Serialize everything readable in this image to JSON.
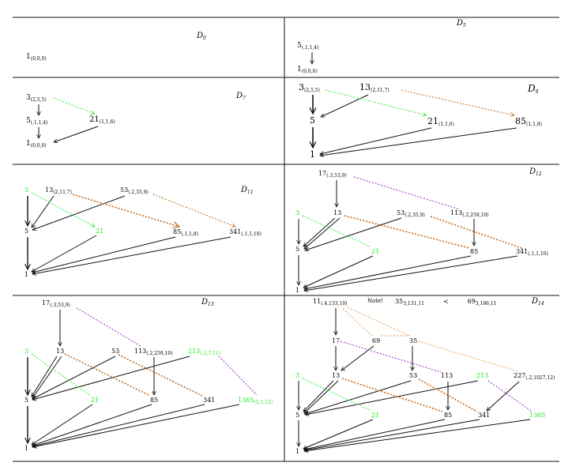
{
  "colors": {
    "black": "#111111",
    "green": "#22ee22",
    "orange": "#c06a20",
    "purple": "#9a22c8"
  },
  "panels": {
    "d0": {
      "label": "D",
      "label_sub": "0"
    },
    "d5": {
      "label": "D",
      "label_sub": "5"
    },
    "d7": {
      "label": "D",
      "label_sub": "7"
    },
    "d9": {
      "label": "D",
      "label_sub": "9"
    },
    "d11": {
      "label": "D",
      "label_sub": "11"
    },
    "d12": {
      "label": "D",
      "label_sub": "12"
    },
    "d13": {
      "label": "D",
      "label_sub": "13"
    },
    "d14": {
      "label": "D",
      "label_sub": "14"
    }
  },
  "nodes": {
    "d0_1": {
      "main": "1",
      "sub": "(0,0,0)"
    },
    "d5_5": {
      "main": "5",
      "sub": "(.1,1,4)"
    },
    "d5_1": {
      "main": "1",
      "sub": "(0,0,0)"
    },
    "d7_3": {
      "main": "3",
      "sub": "(2,5,5)"
    },
    "d7_5": {
      "main": "5",
      "sub": "(.1,1,4)"
    },
    "d7_21": {
      "main": "21",
      "sub": "(1,1,6)"
    },
    "d7_1": {
      "main": "1",
      "sub": "(0,0,0)"
    },
    "d9_3": {
      "main": "3",
      "sub": "(2,5,5)"
    },
    "d9_13": {
      "main": "13",
      "sub": "(2,11,7)"
    },
    "d9_5": {
      "main": "5",
      "sub": ""
    },
    "d9_21": {
      "main": "21",
      "sub": "(1,1,6)"
    },
    "d9_85": {
      "main": "85",
      "sub": "(1,1,8)"
    },
    "d9_1": {
      "main": "1",
      "sub": ""
    },
    "d11_3": {
      "main": "3",
      "sub": ""
    },
    "d11_13": {
      "main": "13",
      "sub": "(2,11,7)"
    },
    "d11_53": {
      "main": "53",
      "sub": "(.2,35,9)"
    },
    "d11_5": {
      "main": "5",
      "sub": ""
    },
    "d11_21": {
      "main": "21",
      "sub": ""
    },
    "d11_85": {
      "main": "85",
      "sub": "(.1,1,8)"
    },
    "d11_341": {
      "main": "341",
      "sub": "(.1,1,10)"
    },
    "d11_1": {
      "main": "1",
      "sub": ""
    },
    "d12_17": {
      "main": "17",
      "sub": "(.3,53,9)"
    },
    "d12_13": {
      "main": "13",
      "sub": ""
    },
    "d12_53": {
      "main": "53",
      "sub": "(.2,35,9)"
    },
    "d12_113": {
      "main": "113",
      "sub": "(.2,259,10)"
    },
    "d12_3": {
      "main": "3",
      "sub": ""
    },
    "d12_5": {
      "main": "5",
      "sub": ""
    },
    "d12_21": {
      "main": "21",
      "sub": ""
    },
    "d12_85": {
      "main": "85",
      "sub": ""
    },
    "d12_341": {
      "main": "341",
      "sub": "(.1,1,10)"
    },
    "d12_1": {
      "main": "1",
      "sub": ""
    },
    "d13_17": {
      "main": "17",
      "sub": "(.3,53,9)"
    },
    "d13_3": {
      "main": "3",
      "sub": ""
    },
    "d13_13": {
      "main": "13",
      "sub": ""
    },
    "d13_53": {
      "main": "53",
      "sub": ""
    },
    "d13_113": {
      "main": "113",
      "sub": "(.2,259,10)"
    },
    "d13_213": {
      "main": "213",
      "sub": "(.2,7,11)"
    },
    "d13_5": {
      "main": "5",
      "sub": ""
    },
    "d13_21": {
      "main": "21",
      "sub": ""
    },
    "d13_85": {
      "main": "85",
      "sub": ""
    },
    "d13_341": {
      "main": "341",
      "sub": ""
    },
    "d13_1365": {
      "main": "1365",
      "sub": "(1,1,12)"
    },
    "d13_1": {
      "main": "1",
      "sub": ""
    },
    "d14_11": {
      "main": "11",
      "sub": "(.4,133,10)"
    },
    "d14_17": {
      "main": "17",
      "sub": ""
    },
    "d14_69": {
      "main": "69",
      "sub": ""
    },
    "d14_35": {
      "main": "35",
      "sub": ""
    },
    "d14_13": {
      "main": "13",
      "sub": ""
    },
    "d14_53": {
      "main": "53",
      "sub": ""
    },
    "d14_113": {
      "main": "113",
      "sub": ""
    },
    "d14_213": {
      "main": "213",
      "sub": ""
    },
    "d14_227": {
      "main": "227",
      "sub": "(.2,1027,12)"
    },
    "d14_3": {
      "main": "3",
      "sub": ""
    },
    "d14_5": {
      "main": "5",
      "sub": ""
    },
    "d14_21": {
      "main": "21",
      "sub": ""
    },
    "d14_85": {
      "main": "85",
      "sub": ""
    },
    "d14_341": {
      "main": "341",
      "sub": ""
    },
    "d14_1365": {
      "main": "1365",
      "sub": ""
    },
    "d14_1": {
      "main": "1",
      "sub": ""
    }
  },
  "note": {
    "label": "Note!",
    "left_main": "35",
    "left_sub": "3,131,11",
    "relation": "≺",
    "right_main": "69",
    "right_sub": "3,186,11"
  }
}
